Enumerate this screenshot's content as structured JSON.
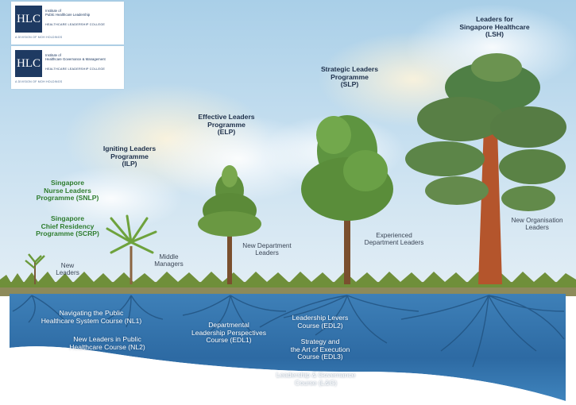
{
  "logos": [
    {
      "mark": "HLC",
      "line1": "Institute of",
      "line2": "Public Healthcare Leadership",
      "line3": "HEALTHCARE LEADERSHIP COLLEGE",
      "line4": "A DIVISION OF MOH HOLDINGS"
    },
    {
      "mark": "HLC",
      "line1": "Institute of",
      "line2": "Healthcare Governance & Management",
      "line3": "HEALTHCARE LEADERSHIP COLLEGE",
      "line4": "A DIVISION OF MOH HOLDINGS"
    }
  ],
  "programmes": {
    "lsh": [
      "Leaders for",
      "Singapore Healthcare",
      "(LSH)"
    ],
    "slp": [
      "Strategic Leaders",
      "Programme",
      "(SLP)"
    ],
    "elp": [
      "Effective Leaders",
      "Programme",
      "(ELP)"
    ],
    "ilp": [
      "Igniting Leaders",
      "Programme",
      "(ILP)"
    ],
    "snlp": [
      "Singapore",
      "Nurse Leaders",
      "Programme (SNLP)"
    ],
    "scrp": [
      "Singapore",
      "Chief Residency",
      "Programme (SCRP)"
    ]
  },
  "stages": {
    "new_leaders": [
      "New",
      "Leaders"
    ],
    "middle_managers": [
      "Middle",
      "Managers"
    ],
    "new_department_leaders": [
      "New Department",
      "Leaders"
    ],
    "experienced_department_leaders": [
      "Experienced",
      "Department Leaders"
    ],
    "new_organisation_leaders": [
      "New Organisation",
      "Leaders"
    ]
  },
  "courses": {
    "nl1": [
      "Navigating the Public",
      "Healthcare System Course (NL1)"
    ],
    "nl2": [
      "New Leaders in Public",
      "Healthcare Course (NL2)"
    ],
    "edl1": [
      "Departmental",
      "Leadership Perspectives",
      "Course (EDL1)"
    ],
    "edl2": [
      "Leadership Levers",
      "Course (EDL2)"
    ],
    "edl3": [
      "Strategy and",
      "the Art of Execution",
      "Course (EDL3)"
    ],
    "lg": [
      "Leadership & Governance",
      "Course (L&G)"
    ]
  },
  "colors": {
    "programme_text": "#1d2f4a",
    "nurse_programme_text": "#2f7d2f",
    "water": "#2f6fa8",
    "grass": "#6f8f3a",
    "logo_mark": "#1e3a62"
  }
}
